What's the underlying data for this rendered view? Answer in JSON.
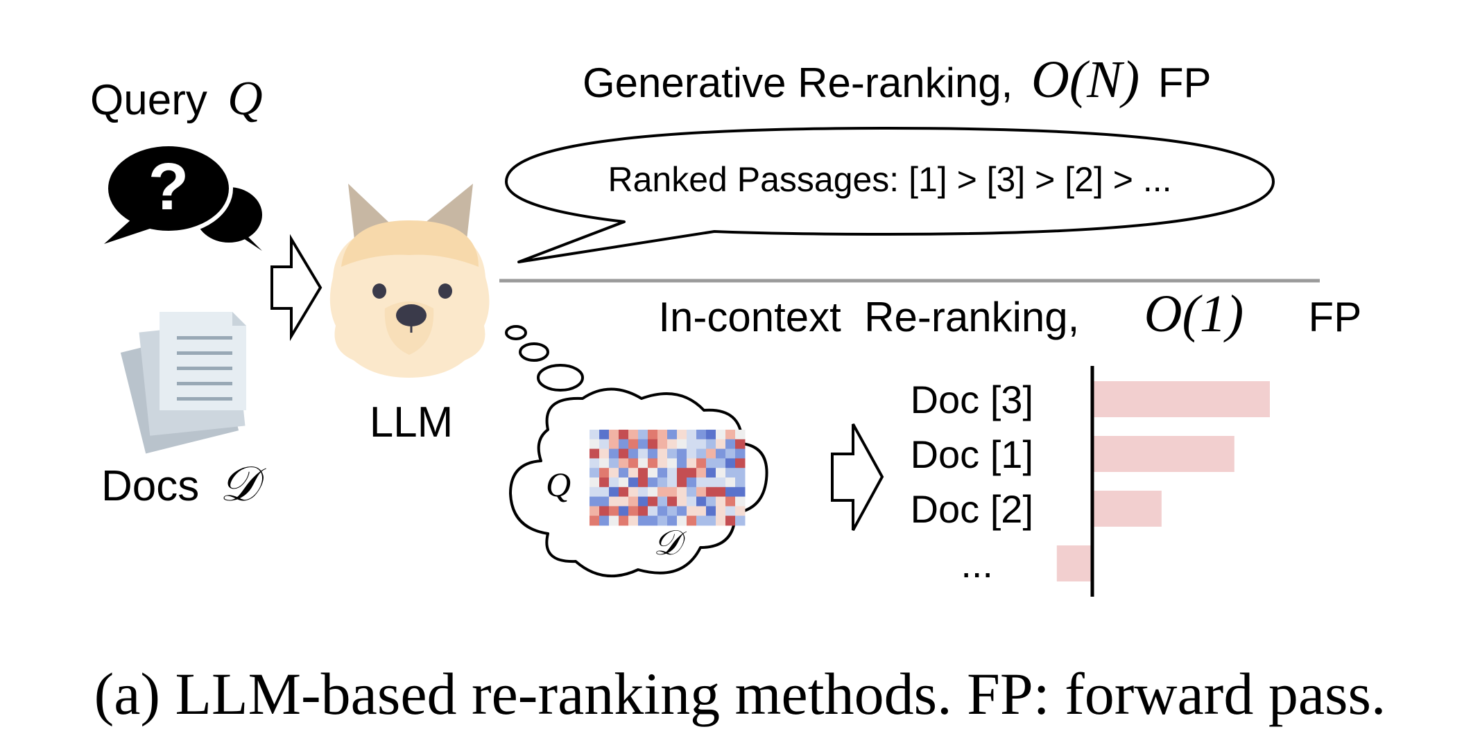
{
  "labels": {
    "query_text": "Query",
    "query_symbol": "Q",
    "docs_text": "Docs",
    "docs_symbol": "𝒟",
    "llm": "LLM"
  },
  "generative": {
    "title_text": "Generative Re-ranking,",
    "title_complexity": "O(N)",
    "title_suffix": "FP",
    "bubble_text": "Ranked Passages: [1] > [3] > [2] > ..."
  },
  "incontext": {
    "title_text": "In-context  Re-ranking,",
    "title_complexity": "O(1)",
    "title_suffix": "FP",
    "thought_q": "Q",
    "thought_d": "𝒟"
  },
  "chart_data": {
    "type": "bar",
    "orientation": "horizontal",
    "categories": [
      "Doc [3]",
      "Doc [1]",
      "Doc [2]",
      "..."
    ],
    "values": [
      1.0,
      0.8,
      0.39,
      -0.2
    ],
    "colors": {
      "bar": "#f2cfcf"
    }
  },
  "caption": "(a) LLM-based re-ranking methods. FP: forward pass."
}
